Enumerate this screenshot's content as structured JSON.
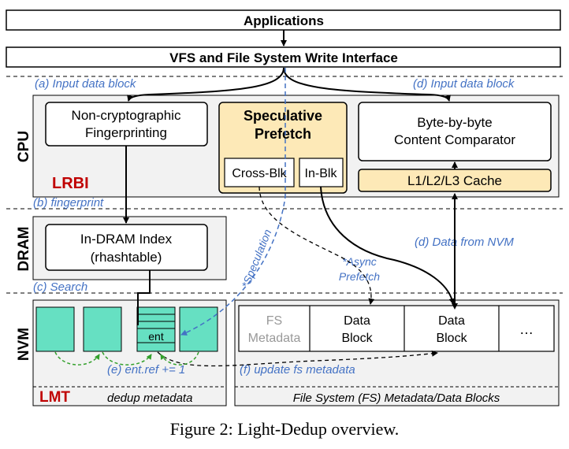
{
  "colors": {
    "panel_fill": "#f2f2f2",
    "highlight_fill": "#fde9b7",
    "teal_block": "#66e0c2",
    "blue_label": "#4472c4",
    "red_label": "#c00000",
    "dashed_green": "#33a02c"
  },
  "top": {
    "applications": "Applications",
    "vfs": "VFS and File System Write Interface"
  },
  "labels": {
    "input_a": "(a) Input data block",
    "input_d": "(d) Input data block",
    "fingerprint_b": "(b) fingerprint",
    "search_c": "(c) Search",
    "ref_e": "(e) ent.ref += 1",
    "update_f": "(f) update fs metadata",
    "data_from_nvm": "(d) Data from NVM",
    "speculation": "*Speculation",
    "async_prefetch_1": "*Async",
    "async_prefetch_2": "Prefetch"
  },
  "cpu": {
    "side_label": "CPU",
    "lrbi": "LRBI",
    "fingerprinting_1": "Non-cryptographic",
    "fingerprinting_2": "Fingerprinting",
    "speculative_1": "Speculative",
    "speculative_2": "Prefetch",
    "cross_blk": "Cross-Blk",
    "in_blk": "In-Blk",
    "comparator_1": "Byte-by-byte",
    "comparator_2": "Content Comparator",
    "cache": "L1/L2/L3 Cache"
  },
  "dram": {
    "side_label": "DRAM",
    "index_1": "In-DRAM Index",
    "index_2": "(rhashtable)"
  },
  "nvm": {
    "side_label": "NVM",
    "lmt": "LMT",
    "dedup_metadata": "dedup metadata",
    "ent": "ent",
    "fs_meta_1": "FS",
    "fs_meta_2": "Metadata",
    "data_block_1": "Data",
    "data_block_2": "Block",
    "ellipsis": "…",
    "fs_caption": "File System (FS) Metadata/Data Blocks"
  },
  "caption": "Figure 2: Light-Dedup overview."
}
